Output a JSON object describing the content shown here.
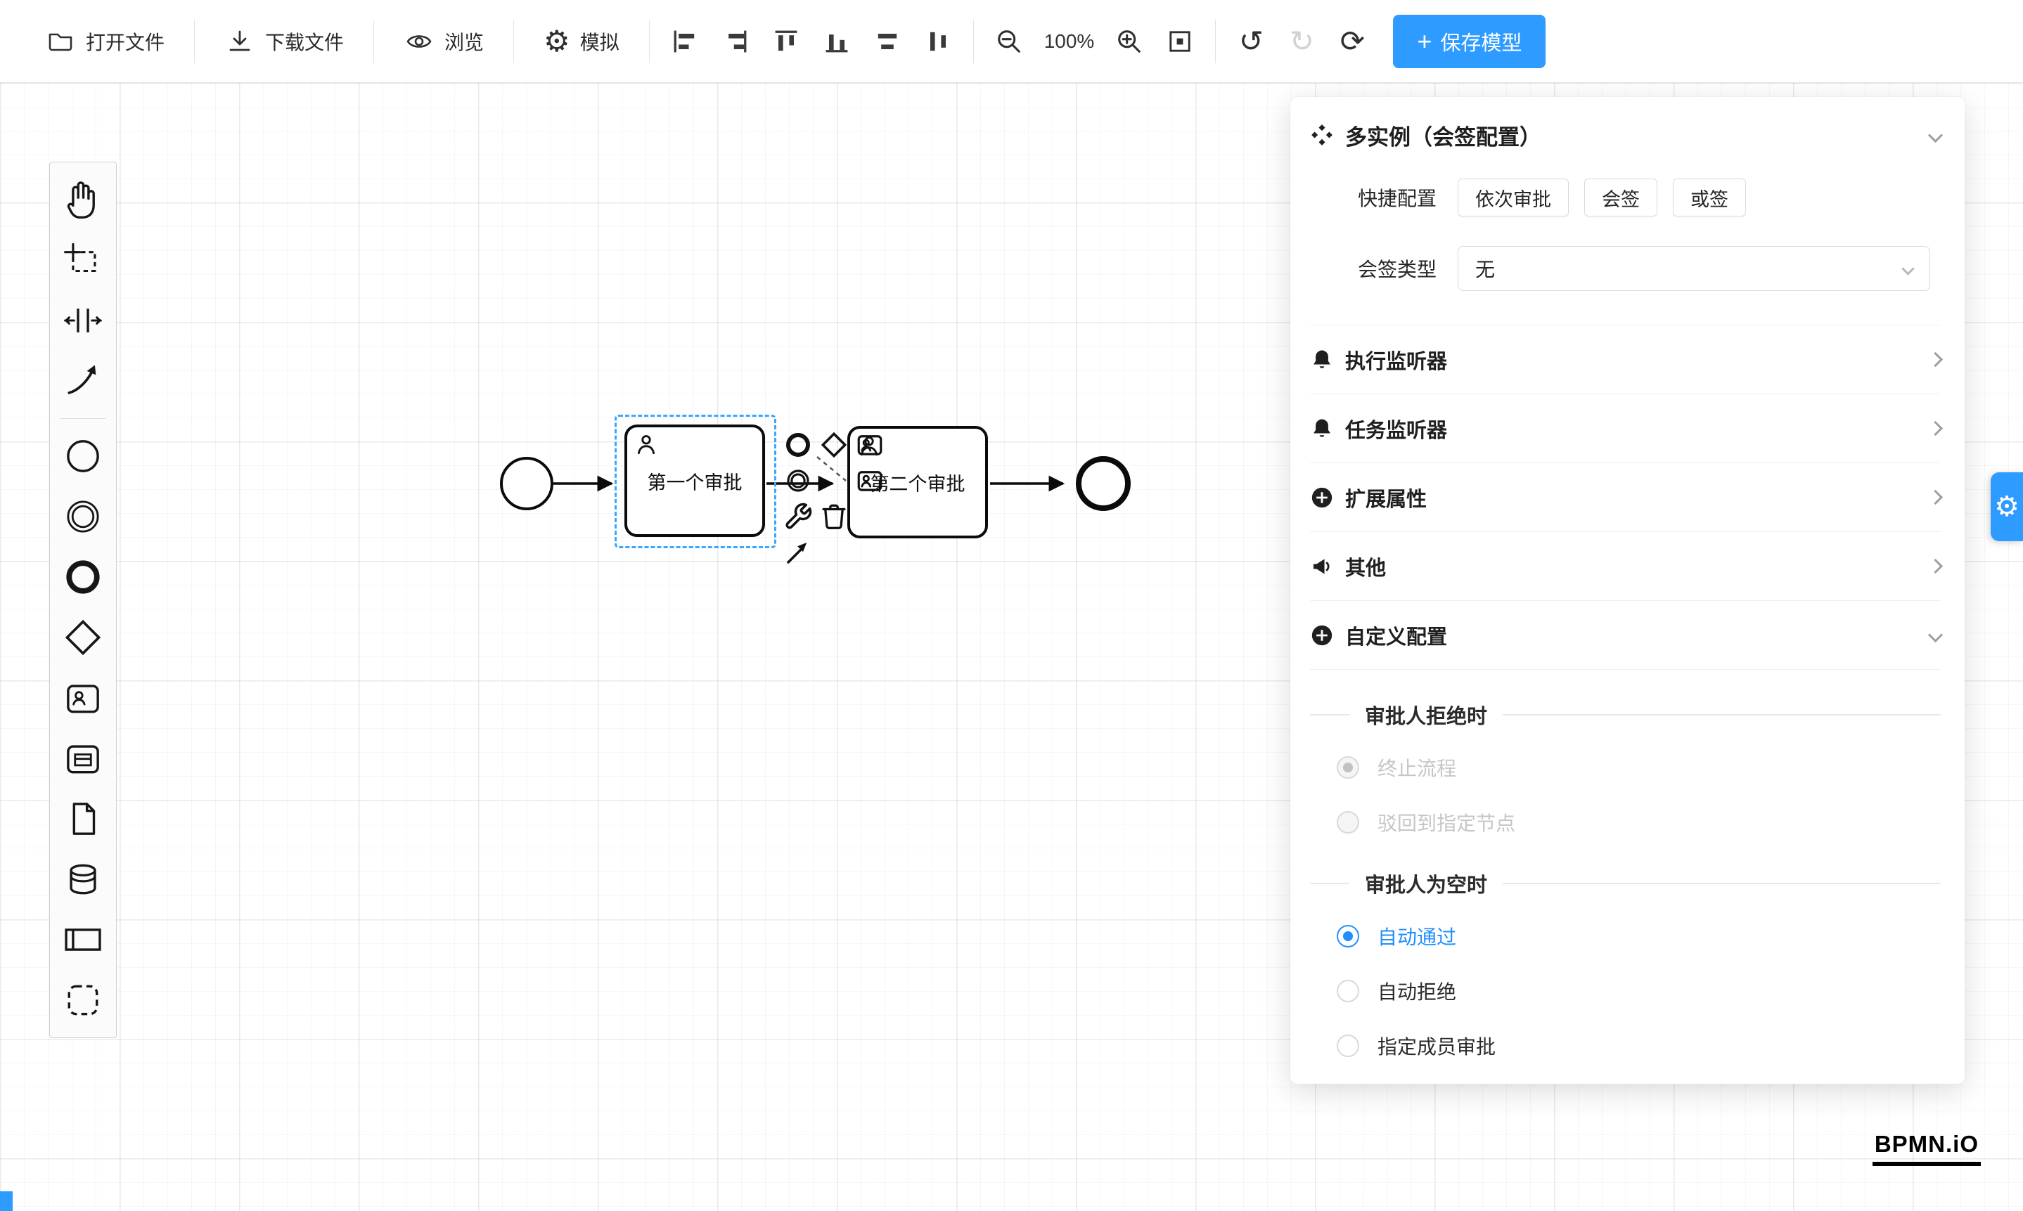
{
  "toolbar": {
    "buttons": {
      "open": "打开文件",
      "download": "下载文件",
      "preview": "浏览",
      "simulate": "模拟"
    },
    "zoom_level": "100%",
    "save_label": "保存模型"
  },
  "icons": {
    "plus": "+",
    "undo": "↺",
    "redo": "↻",
    "refresh": "⟳",
    "gear": "⚙"
  },
  "canvas": {
    "task1_label": "第一个审批",
    "task2_label": "第二个审批"
  },
  "panel": {
    "title": "多实例（会签配置）",
    "quick_label": "快捷配置",
    "quick_options": [
      "依次审批",
      "会签",
      "或签"
    ],
    "type_label": "会签类型",
    "type_value": "无",
    "sections": [
      {
        "label": "执行监听器"
      },
      {
        "label": "任务监听器"
      },
      {
        "label": "扩展属性"
      },
      {
        "label": "其他"
      },
      {
        "label": "自定义配置"
      }
    ],
    "reject_title": "审批人拒绝时",
    "reject_options": [
      {
        "label": "终止流程",
        "checked": true,
        "disabled": true
      },
      {
        "label": "驳回到指定节点",
        "checked": false,
        "disabled": true
      }
    ],
    "empty_title": "审批人为空时",
    "empty_options": [
      {
        "label": "自动通过",
        "checked": true
      },
      {
        "label": "自动拒绝",
        "checked": false
      },
      {
        "label": "指定成员审批",
        "checked": false
      }
    ]
  },
  "watermark": "BPMN.iO",
  "colors": {
    "accent": "#2d9bff",
    "selection": "#37a7ff",
    "radio_blue": "#1f8fff"
  }
}
